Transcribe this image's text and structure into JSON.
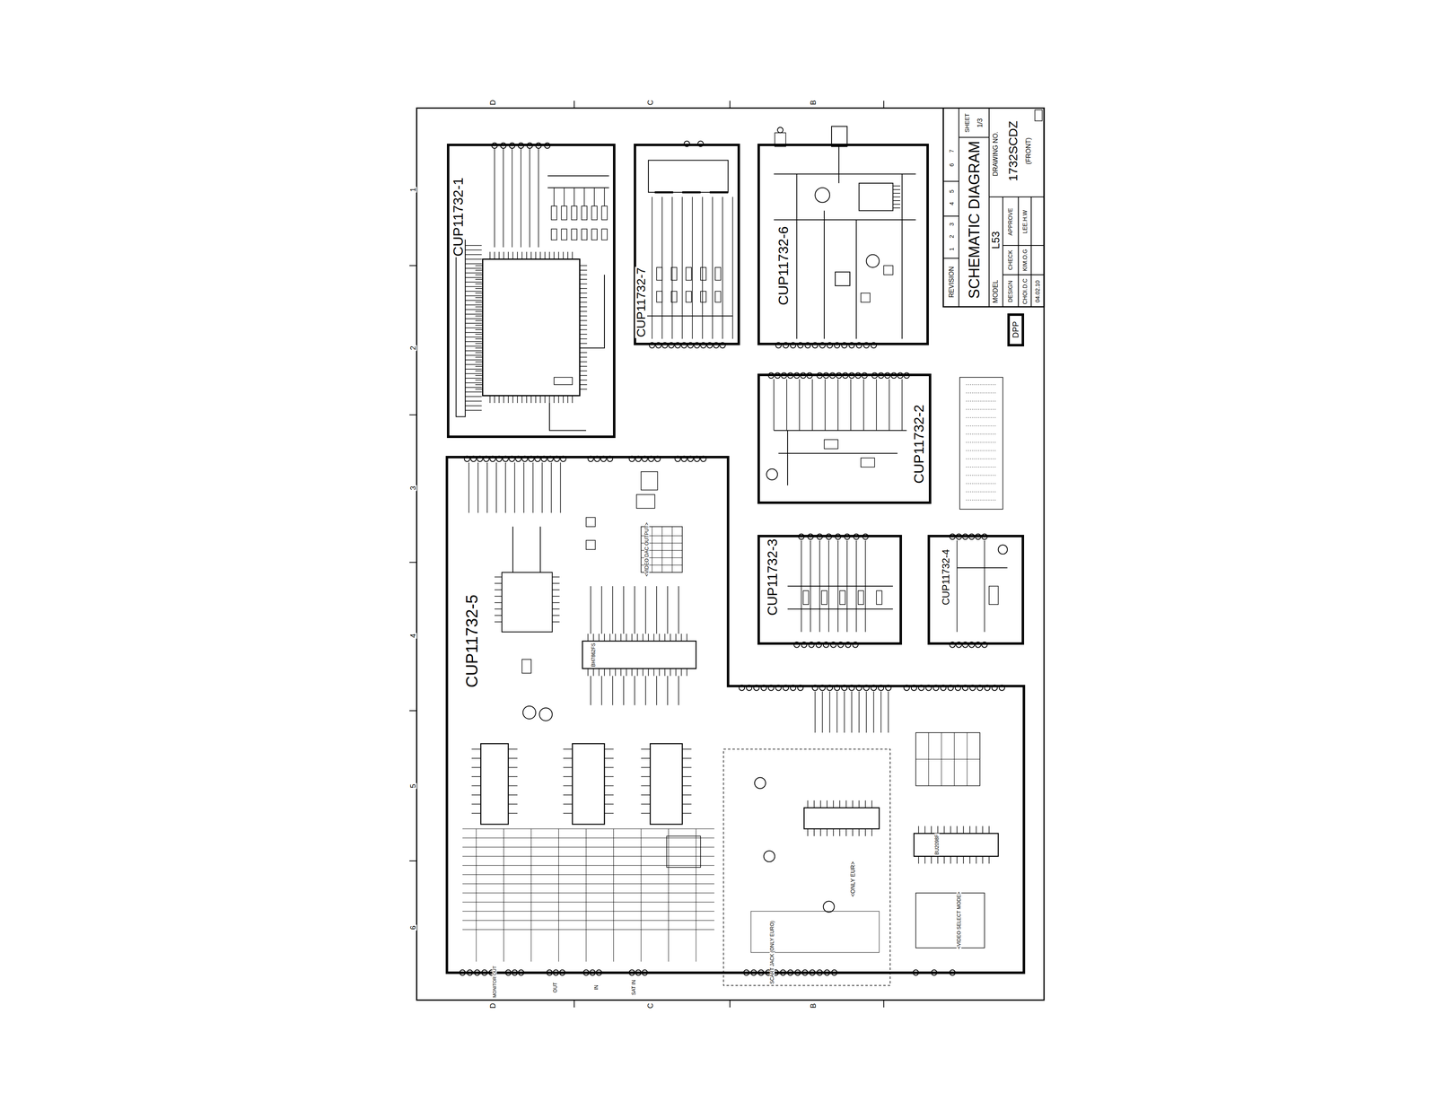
{
  "diagram": {
    "nodes": [
      {
        "text": [
          "CUP11732-1"
        ]
      },
      {
        "text": [
          "CUP11732-7"
        ]
      },
      {
        "text": [
          "CUP11732-6"
        ]
      },
      {
        "text": [
          "CUP11732-2"
        ]
      },
      {
        "text": [
          "CUP11732-3"
        ]
      },
      {
        "text": [
          "CUP11732-4"
        ]
      },
      {
        "text": [
          "CUP11732-5"
        ]
      },
      {
        "text": [
          "DPP"
        ]
      }
    ],
    "labels": [
      "D",
      "C",
      "B",
      "D",
      "C",
      "B",
      "1",
      "2",
      "3",
      "4",
      "5",
      "6",
      "REVISION",
      "1",
      "2",
      "3",
      "4",
      "5",
      "6",
      "7",
      "SCHEMATIC DIAGRAM",
      "SHEET",
      "1/3",
      "MODEL",
      "L53",
      "DRAWING NO.",
      "1732SCDZ",
      "(FRONT)",
      "DESIGN",
      "CHECK",
      "APPROVE",
      "CHOI.D.C",
      "KIM.O.G",
      "LEE.H.W",
      "04.02.10",
      "BH7862FS",
      "BU2098F",
      "<ONLY EUR>",
      "SCART JACK (ONLY EURO)",
      "MONITOR OUT",
      "OUT",
      "IN",
      "SAT IN",
      "<VIDEO DAC OUTPUT>",
      "<VIDEO SELECT MODE>"
    ]
  }
}
